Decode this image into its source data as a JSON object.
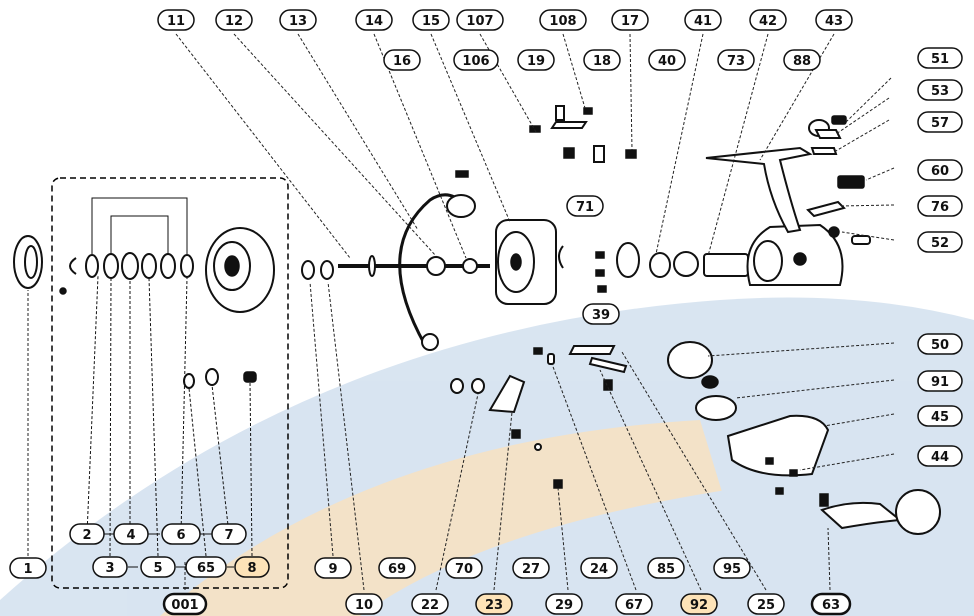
{
  "diagram_title": "Exploded view parts diagram",
  "colors": {
    "ink": "#111111",
    "watermark_blue": "#b9cfe6",
    "watermark_orange": "#f7c98a",
    "assembly_box": "#000000"
  },
  "assembly_label": "001",
  "callouts_top": [
    "11",
    "12",
    "13",
    "14",
    "15",
    "107",
    "108",
    "17",
    "41",
    "42",
    "43",
    "16",
    "106",
    "19",
    "18",
    "40",
    "73",
    "88",
    "71",
    "39"
  ],
  "callouts_right": [
    "51",
    "53",
    "57",
    "60",
    "76",
    "52",
    "50",
    "91",
    "45",
    "44"
  ],
  "callouts_bottom": [
    "1",
    "9",
    "69",
    "70",
    "27",
    "24",
    "85",
    "95",
    "63",
    "10",
    "22",
    "23",
    "29",
    "67",
    "92",
    "25"
  ],
  "assembly_group_row1": [
    "2",
    "4",
    "6",
    "7"
  ],
  "assembly_group_row2": [
    "3",
    "5",
    "65",
    "8"
  ],
  "highlight_orange": [
    "8",
    "23",
    "92"
  ]
}
